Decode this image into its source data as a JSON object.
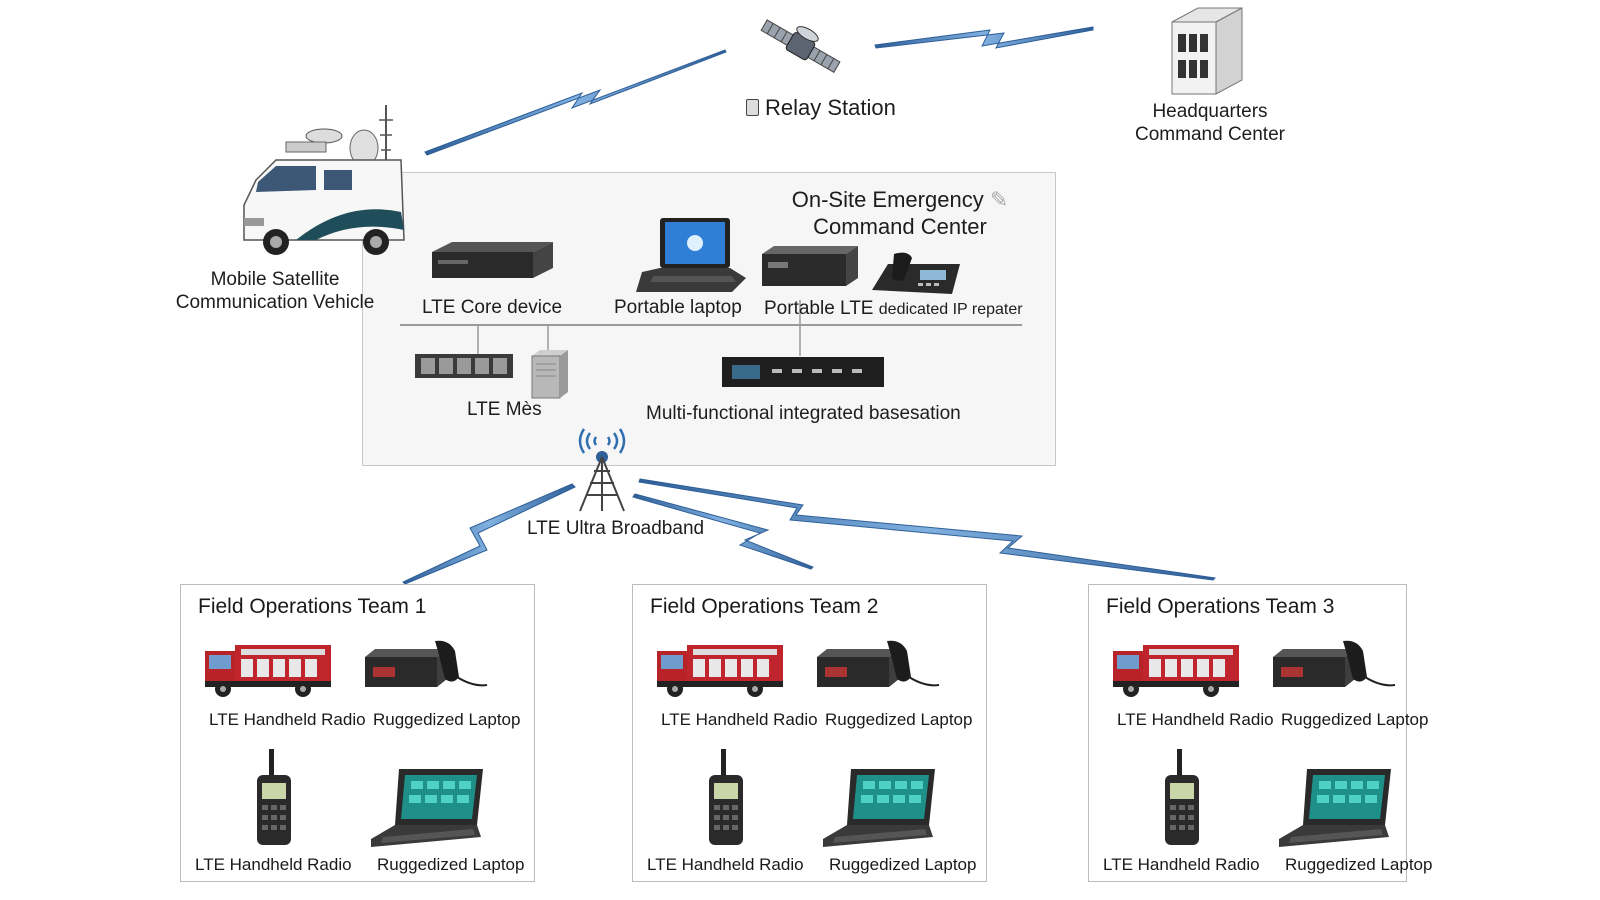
{
  "relay_station": {
    "label": "Relay Station",
    "icon": "satellite-icon"
  },
  "headquarters": {
    "line1": "Headquarters",
    "line2": "Command Center",
    "icon": "building-icon"
  },
  "vehicle": {
    "line1": "Mobile Satellite",
    "line2": "Communication Vehicle",
    "icon": "van-icon"
  },
  "onsite": {
    "title_line1": "On-Site Emergency",
    "title_line2": "Command Center",
    "devices": {
      "lte_core": "LTE Core device",
      "laptop": "Portable laptop",
      "repeater_a": "Portable LTE",
      "repeater_b": "dedicated IP repater",
      "lte_mes": "LTE Mès",
      "basestation": "Multi-functional integrated basesation"
    }
  },
  "tower": {
    "label": "LTE Ultra Broadband",
    "icon": "radio-tower-icon"
  },
  "teams": [
    {
      "title": "Field Operations Team 1",
      "top_left": "LTE Handheld Radio",
      "top_right": "Ruggedized Laptop",
      "bottom_left": "LTE Handheld Radio",
      "bottom_right": "Ruggedized Laptop"
    },
    {
      "title": "Field Operations Team 2",
      "top_left": "LTE Handheld Radio",
      "top_right": "Ruggedized Laptop",
      "bottom_left": "LTE Handheld Radio",
      "bottom_right": "Ruggedized Laptop"
    },
    {
      "title": "Field Operations Team 3",
      "top_left": "LTE Handheld Radio",
      "top_right": "Ruggedized Laptop",
      "bottom_left": "LTE Handheld Radio",
      "bottom_right": "Ruggedized Laptop"
    }
  ],
  "colors": {
    "link": "#3a6ea8",
    "link_light": "#7fb0e0",
    "panel_border": "#c8c8c8"
  }
}
